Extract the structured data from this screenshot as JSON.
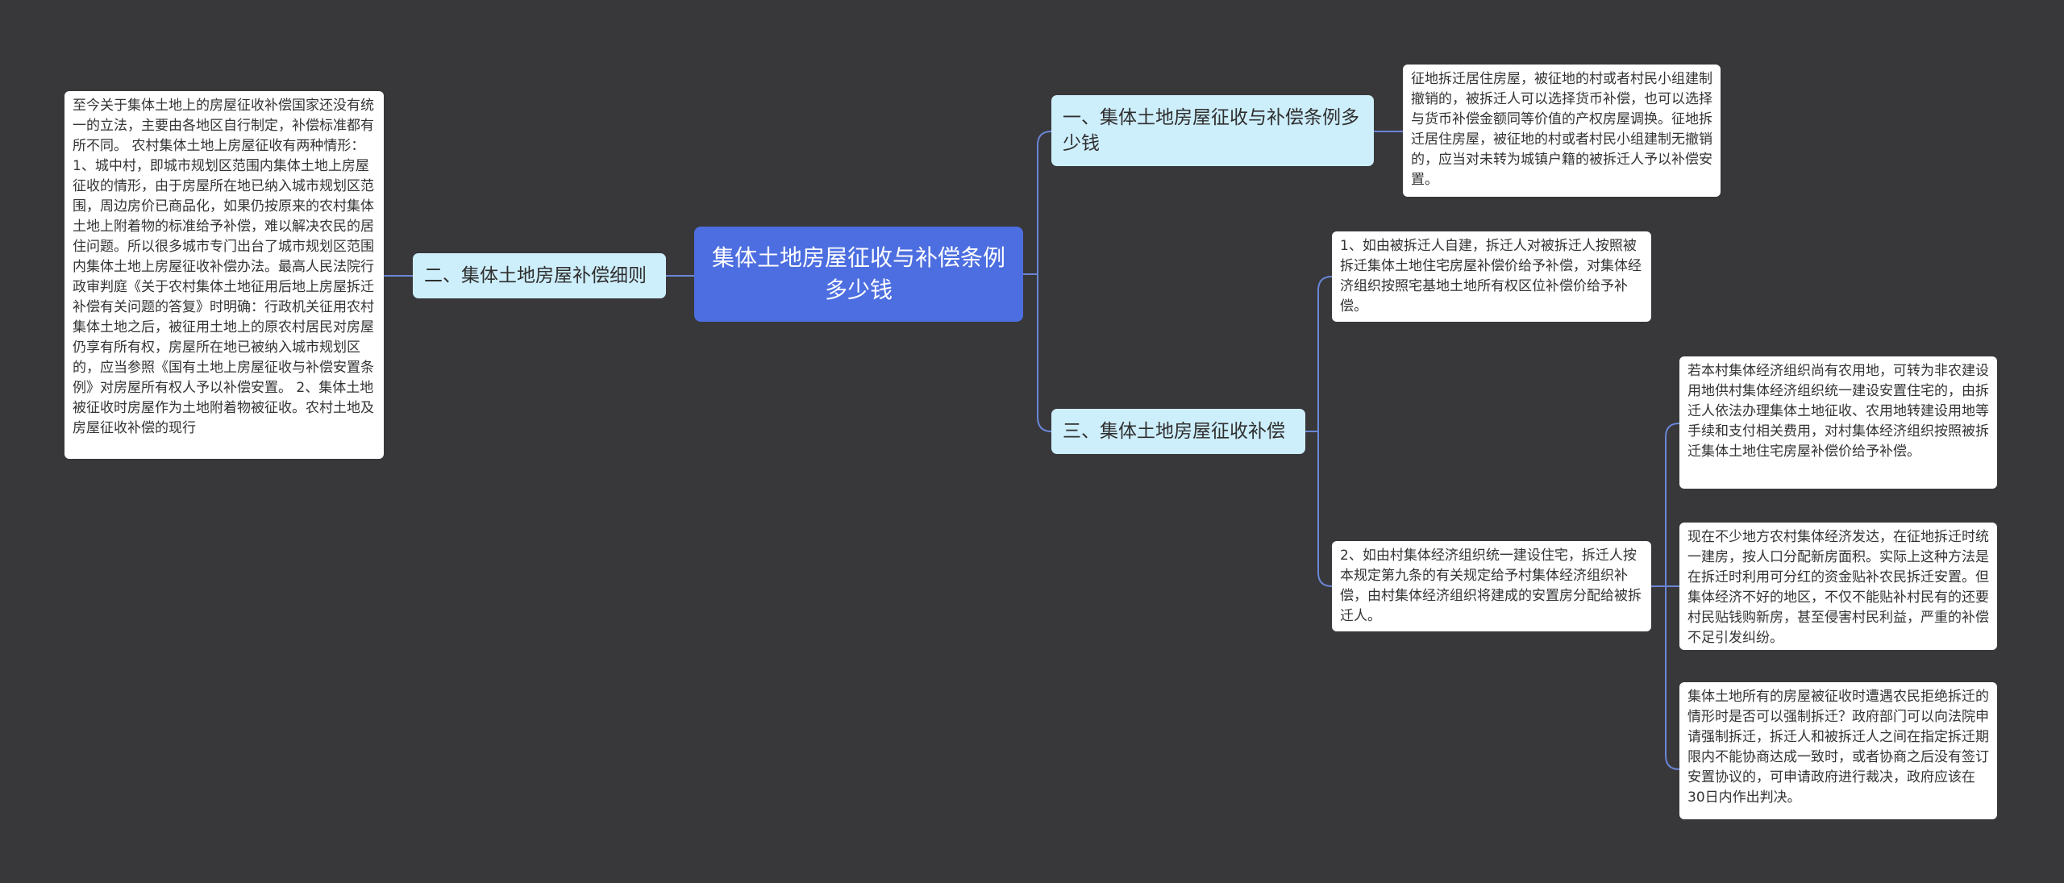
{
  "colors": {
    "background": "#38373a",
    "root_fill": "#4c6ee0",
    "branch_fill": "#cdeefb",
    "leaf_fill": "#ffffff",
    "connector": "#6a86d6"
  },
  "root": {
    "label": "集体土地房屋征收与补偿条例多少钱"
  },
  "branches": {
    "one": {
      "label": "一、集体土地房屋征收与补偿条例多少钱",
      "leaf": "征地拆迁居住房屋，被征地的村或者村民小组建制撤销的，被拆迁人可以选择货币补偿，也可以选择与货币补偿金额同等价值的产权房屋调换。征地拆迁居住房屋，被征地的村或者村民小组建制无撤销的，应当对未转为城镇户籍的被拆迁人予以补偿安置。"
    },
    "two": {
      "label": "二、集体土地房屋补偿细则",
      "leaf": "至今关于集体土地上的房屋征收补偿国家还没有统一的立法，主要由各地区自行制定，补偿标准都有所不同。 农村集体土地上房屋征收有两种情形： 1、城中村，即城市规划区范围内集体土地上房屋征收的情形，由于房屋所在地已纳入城市规划区范围，周边房价已商品化，如果仍按原来的农村集体土地上附着物的标准给予补偿，难以解决农民的居住问题。所以很多城市专门出台了城市规划区范围内集体土地上房屋征收补偿办法。最高人民法院行政审判庭《关于农村集体土地征用后地上房屋拆迁补偿有关问题的答复》时明确：行政机关征用农村集体土地之后，被征用土地上的原农村居民对房屋仍享有所有权，房屋所在地已被纳入城市规划区的，应当参照《国有土地上房屋征收与补偿安置条例》对房屋所有权人予以补偿安置。 2、集体土地被征收时房屋作为土地附着物被征收。农村土地及房屋征收补偿的现行"
    },
    "three": {
      "label": "三、集体土地房屋征收补偿",
      "sub1": "1、如由被拆迁人自建，拆迁人对被拆迁人按照被拆迁集体土地住宅房屋补偿价给予补偿，对集体经济组织按照宅基地土地所有权区位补偿价给予补偿。",
      "sub2": "2、如由村集体经济组织统一建设住宅，拆迁人按本规定第九条的有关规定给予村集体经济组织补偿，由村集体经济组织将建成的安置房分配给被拆迁人。",
      "sub2_children": [
        "若本村集体经济组织尚有农用地，可转为非农建设用地供村集体经济组织统一建设安置住宅的，由拆迁人依法办理集体土地征收、农用地转建设用地等手续和支付相关费用，对村集体经济组织按照被拆迁集体土地住宅房屋补偿价给予补偿。",
        "现在不少地方农村集体经济发达，在征地拆迁时统一建房，按人口分配新房面积。实际上这种方法是在拆迁时利用可分红的资金贴补农民拆迁安置。但集体经济不好的地区，不仅不能贴补村民有的还要村民贴钱购新房，甚至侵害村民利益，严重的补偿不足引发纠纷。",
        "集体土地所有的房屋被征收时遭遇农民拒绝拆迁的情形时是否可以强制拆迁？政府部门可以向法院申请强制拆迁，拆迁人和被拆迁人之间在指定拆迁期限内不能协商达成一致时，或者协商之后没有签订安置协议的，可申请政府进行裁决，政府应该在30日内作出判决。"
      ]
    }
  }
}
